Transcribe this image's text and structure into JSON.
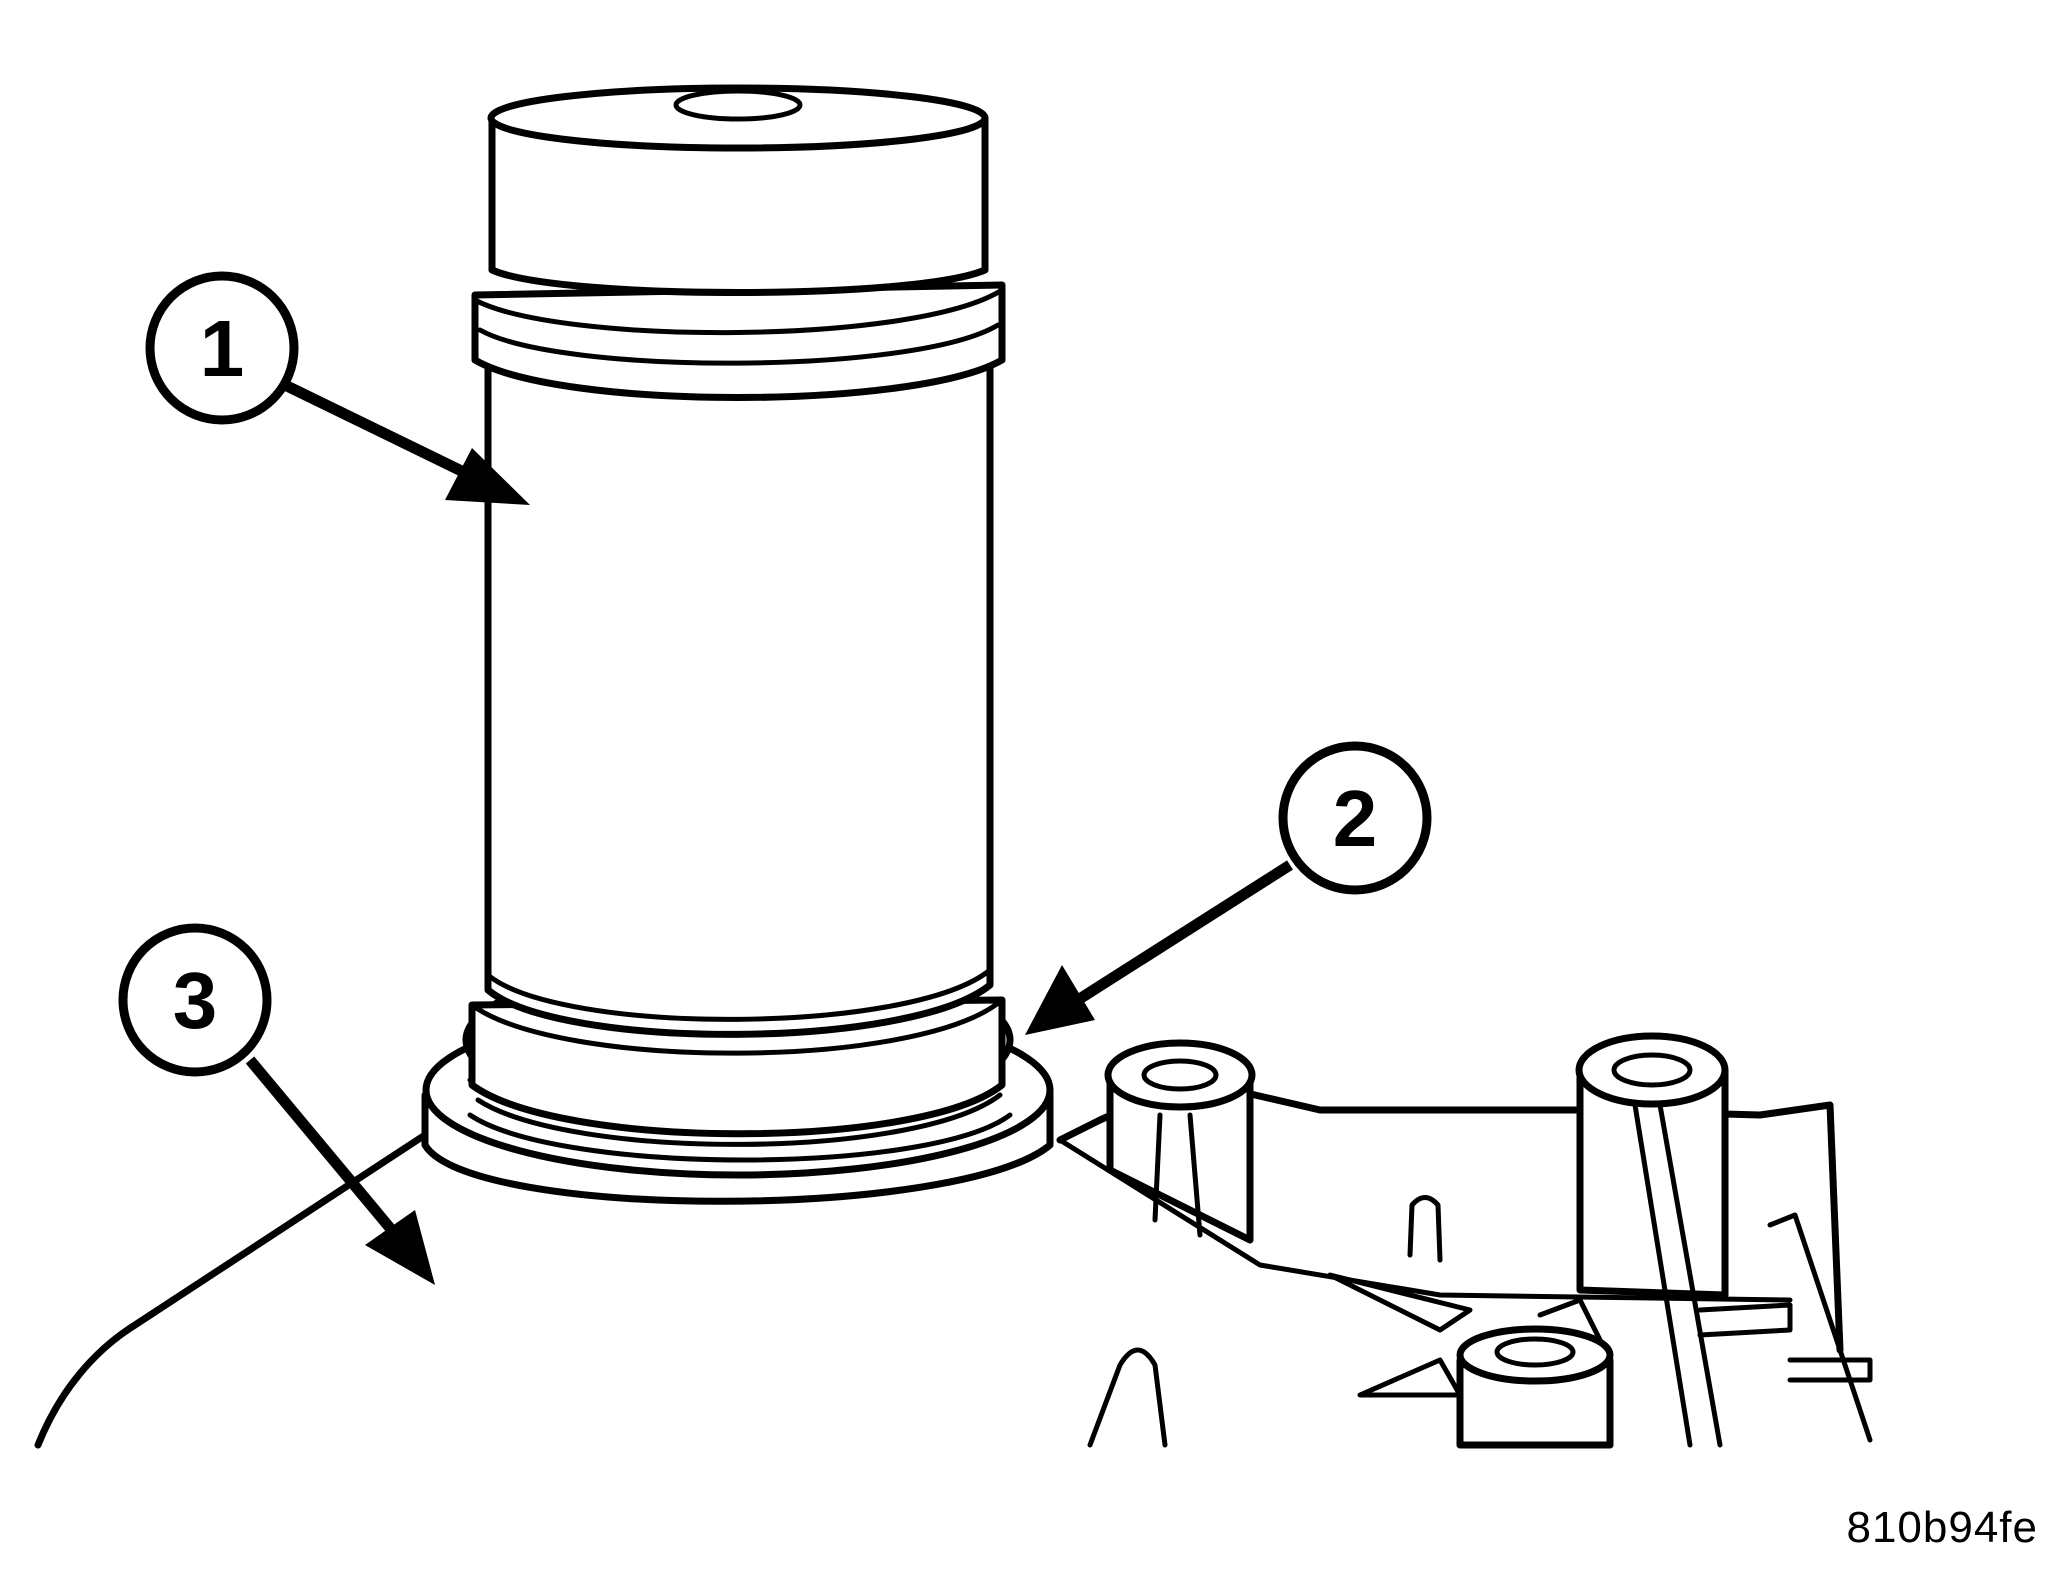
{
  "figure": {
    "id_code": "810b94fe"
  },
  "callouts": [
    {
      "number": "1"
    },
    {
      "number": "2"
    },
    {
      "number": "3"
    }
  ],
  "colors": {
    "ink": "#000000",
    "paper": "#ffffff"
  }
}
